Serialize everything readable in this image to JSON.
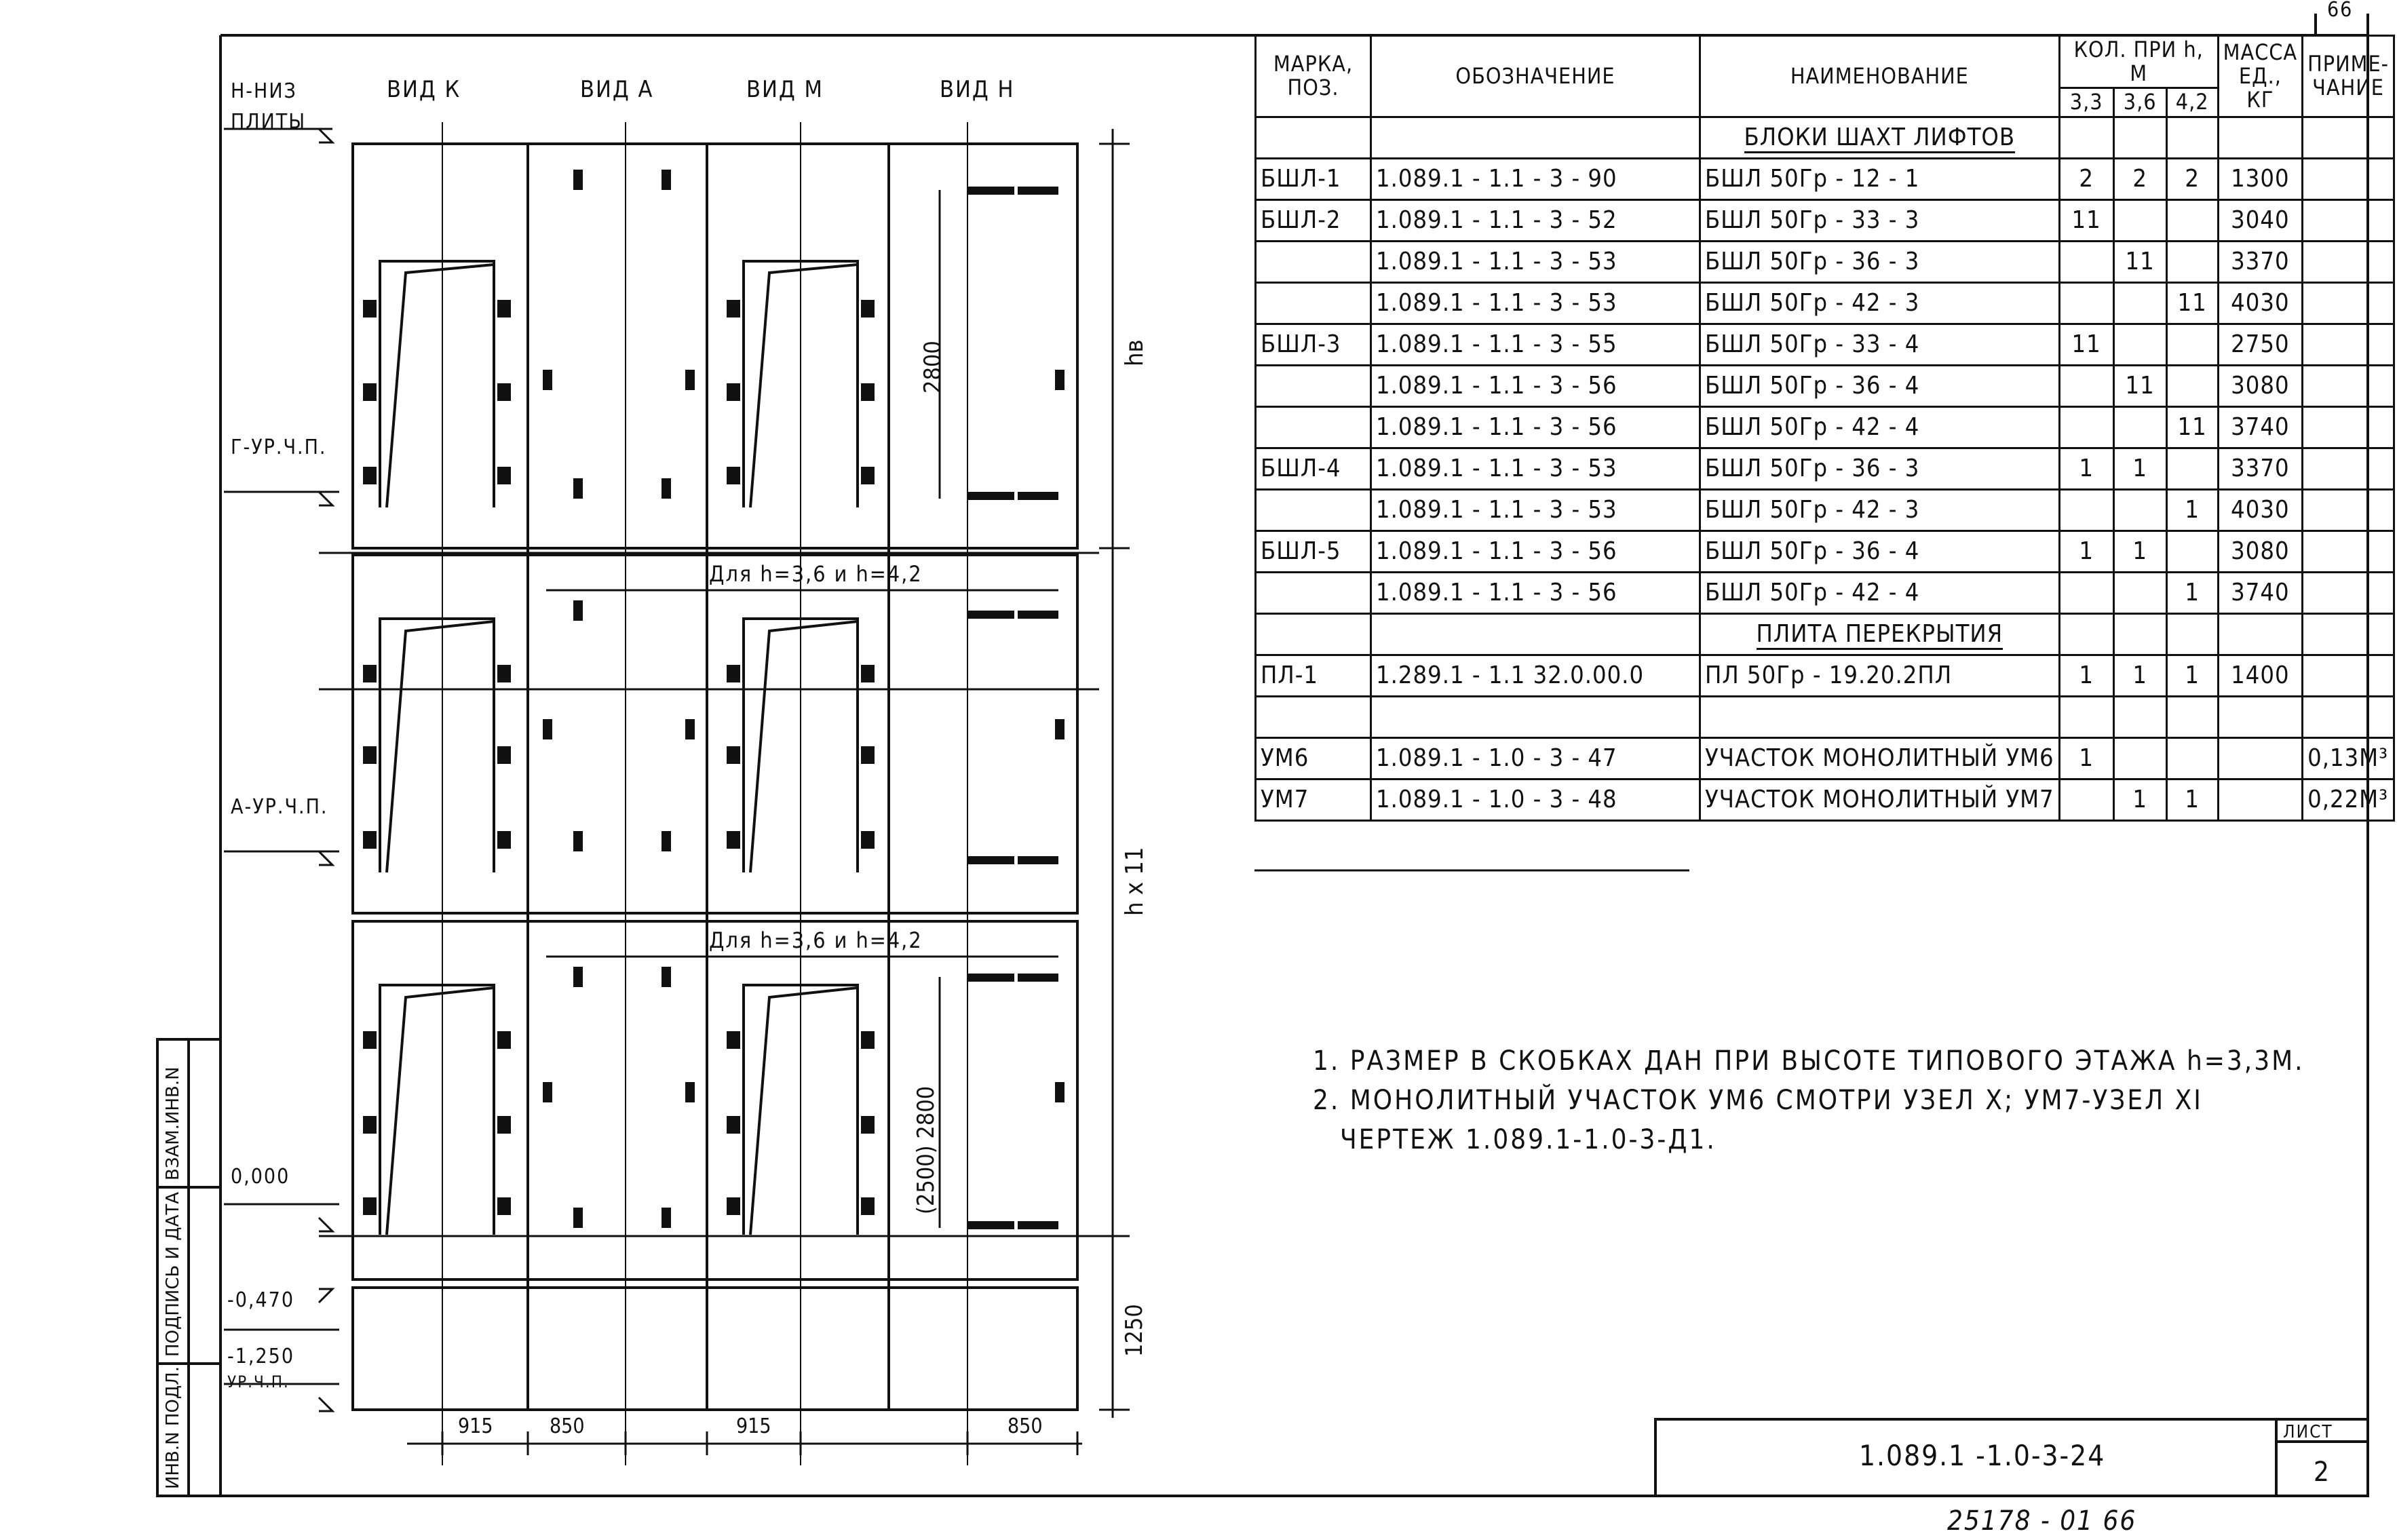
{
  "page_number_fragment": "66",
  "side_stamp": [
    "ИНВ.N ПОДЛ.",
    "ПОДПИСЬ И ДАТА",
    "ВЗАМ.ИНВ.N"
  ],
  "left_labels": {
    "bottom_label": "Н-НИЗ",
    "plate_label": "ПЛИТЫ",
    "level_g": "Г-УР.Ч.П.",
    "level_a": "А-УР.Ч.П.",
    "level_zero": "0,000",
    "level_m470": "-0,470",
    "level_m1250": "-1,250",
    "level_ur": "УР.Ч.П."
  },
  "view_titles": [
    "ВИД К",
    "ВИД А",
    "ВИД М",
    "ВИД Н"
  ],
  "dims": {
    "d2800": "2800",
    "hv": "hв",
    "hx11": "h x 11",
    "d2500": "(2500) 2800",
    "d1250": "1250",
    "bottom": [
      "915",
      "850",
      "915",
      "850"
    ]
  },
  "notes_in_plan": [
    "Для h=3,6 и h=4,2",
    "Для h=3,6 и h=4,2"
  ],
  "spec": {
    "headers": {
      "mark": "МАРКА, ПОЗ.",
      "designation": "ОБОЗНАЧЕНИЕ",
      "name": "НАИМЕНОВАНИЕ",
      "qty": "КОЛ. ПРИ h, М",
      "qty_cols": [
        "3,3",
        "3,6",
        "4,2"
      ],
      "mass": "МАССА ЕД., КГ",
      "note": "ПРИМЕ- ЧАНИЕ"
    },
    "section1": "БЛОКИ ШАХТ ЛИФТОВ",
    "section2": "ПЛИТА ПЕРЕКРЫТИЯ",
    "rows": [
      {
        "mark": "БШЛ-1",
        "des": "1.089.1 - 1.1 - 3 - 90",
        "name": "БШЛ 50Гр - 12 - 1",
        "q": [
          "2",
          "2",
          "2"
        ],
        "m": "1300",
        "n": ""
      },
      {
        "mark": "БШЛ-2",
        "des": "1.089.1 - 1.1 - 3 - 52",
        "name": "БШЛ 50Гр - 33 - 3",
        "q": [
          "11",
          "",
          ""
        ],
        "m": "3040",
        "n": ""
      },
      {
        "mark": "",
        "des": "1.089.1 - 1.1 - 3 - 53",
        "name": "БШЛ 50Гр - 36 - 3",
        "q": [
          "",
          "11",
          ""
        ],
        "m": "3370",
        "n": ""
      },
      {
        "mark": "",
        "des": "1.089.1 - 1.1 - 3 - 53",
        "name": "БШЛ 50Гр - 42 - 3",
        "q": [
          "",
          "",
          "11"
        ],
        "m": "4030",
        "n": ""
      },
      {
        "mark": "БШЛ-3",
        "des": "1.089.1 - 1.1 - 3 - 55",
        "name": "БШЛ 50Гр - 33 - 4",
        "q": [
          "11",
          "",
          ""
        ],
        "m": "2750",
        "n": ""
      },
      {
        "mark": "",
        "des": "1.089.1 - 1.1 - 3 - 56",
        "name": "БШЛ 50Гр - 36 - 4",
        "q": [
          "",
          "11",
          ""
        ],
        "m": "3080",
        "n": ""
      },
      {
        "mark": "",
        "des": "1.089.1 - 1.1 - 3 - 56",
        "name": "БШЛ 50Гр - 42 - 4",
        "q": [
          "",
          "",
          "11"
        ],
        "m": "3740",
        "n": ""
      },
      {
        "mark": "БШЛ-4",
        "des": "1.089.1 - 1.1 - 3 - 53",
        "name": "БШЛ 50Гр - 36 - 3",
        "q": [
          "1",
          "1",
          ""
        ],
        "m": "3370",
        "n": ""
      },
      {
        "mark": "",
        "des": "1.089.1 - 1.1 - 3 - 53",
        "name": "БШЛ 50Гр - 42 - 3",
        "q": [
          "",
          "",
          "1"
        ],
        "m": "4030",
        "n": ""
      },
      {
        "mark": "БШЛ-5",
        "des": "1.089.1 - 1.1 - 3 - 56",
        "name": "БШЛ 50Гр - 36 - 4",
        "q": [
          "1",
          "1",
          ""
        ],
        "m": "3080",
        "n": ""
      },
      {
        "mark": "",
        "des": "1.089.1 - 1.1 - 3 - 56",
        "name": "БШЛ 50Гр - 42 - 4",
        "q": [
          "",
          "",
          "1"
        ],
        "m": "3740",
        "n": ""
      },
      {
        "mark": "ПЛ-1",
        "des": "1.289.1 - 1.1 32.0.00.0",
        "name": "ПЛ 50Гр - 19.20.2ПЛ",
        "q": [
          "1",
          "1",
          "1"
        ],
        "m": "1400",
        "n": ""
      },
      {
        "mark": "УМ6",
        "des": "1.089.1 - 1.0 - 3 - 47",
        "name": "УЧАСТОК МОНОЛИТНЫЙ УМ6",
        "q": [
          "1",
          "",
          ""
        ],
        "m": "",
        "n": "0,13М³"
      },
      {
        "mark": "УМ7",
        "des": "1.089.1 - 1.0 - 3 - 48",
        "name": "УЧАСТОК МОНОЛИТНЫЙ УМ7",
        "q": [
          "",
          "1",
          "1"
        ],
        "m": "",
        "n": "0,22М³"
      }
    ]
  },
  "notes": [
    "1. РАЗМЕР В СКОБКАХ ДАН ПРИ ВЫСОТЕ ТИПОВОГО ЭТАЖА h=3,3М.",
    "2. МОНОЛИТНЫЙ   УЧАСТОК УМ6 СМОТРИ УЗЕЛ X; УМ7-УЗЕЛ XI",
    "ЧЕРТЕЖ  1.089.1-1.0-3-Д1."
  ],
  "title_block": {
    "code": "1.089.1 -1.0-3-24",
    "sheet_label": "ЛИСТ",
    "sheet_number": "2"
  },
  "archive_number": "25178 - 01   66"
}
